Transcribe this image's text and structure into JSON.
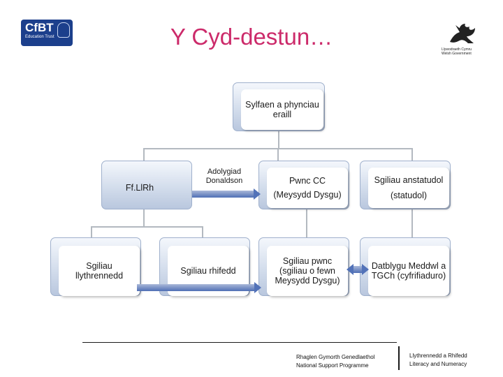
{
  "header": {
    "title": "Y Cyd-destun…",
    "cfbt_logo": {
      "name": "CfBT",
      "tagline": "Education Trust"
    },
    "welsh_gov_logo": {
      "line1": "Llywodraeth Cymru",
      "line2": "Welsh Government"
    }
  },
  "diagram": {
    "top_node": "Sylfaen a phynciau eraill",
    "ffllrh": "Ff.LlRh",
    "donaldson": "Adolygiad Donaldson",
    "pwnc_cc": {
      "line1": "Pwnc CC",
      "line2": "(Meysydd Dysgu)"
    },
    "sgiliau_anstatudol": {
      "line1": "Sgiliau anstatudol",
      "line2": "(statudol)"
    },
    "sgiliau_llythrennedd": "Sgiliau llythrennedd",
    "sgiliau_rhifedd": "Sgiliau rhifedd",
    "sgiliau_pwnc": "Sgiliau pwnc (sgiliau o fewn Meysydd Dysgu)",
    "datblygu": "Datblygu Meddwl a TGCh (cyfrifiaduro)"
  },
  "footer": {
    "left_line1": "Rhaglen Gymorth Genedlaethol",
    "left_line2": "National Support Programme",
    "right_line1": "Llythrennedd a Rhifedd",
    "right_line2": "Literacy and Numeracy"
  },
  "colors": {
    "title": "#cc2a6a",
    "cfbt_blue": "#1c3f8c",
    "arrow": "#5272b8"
  }
}
